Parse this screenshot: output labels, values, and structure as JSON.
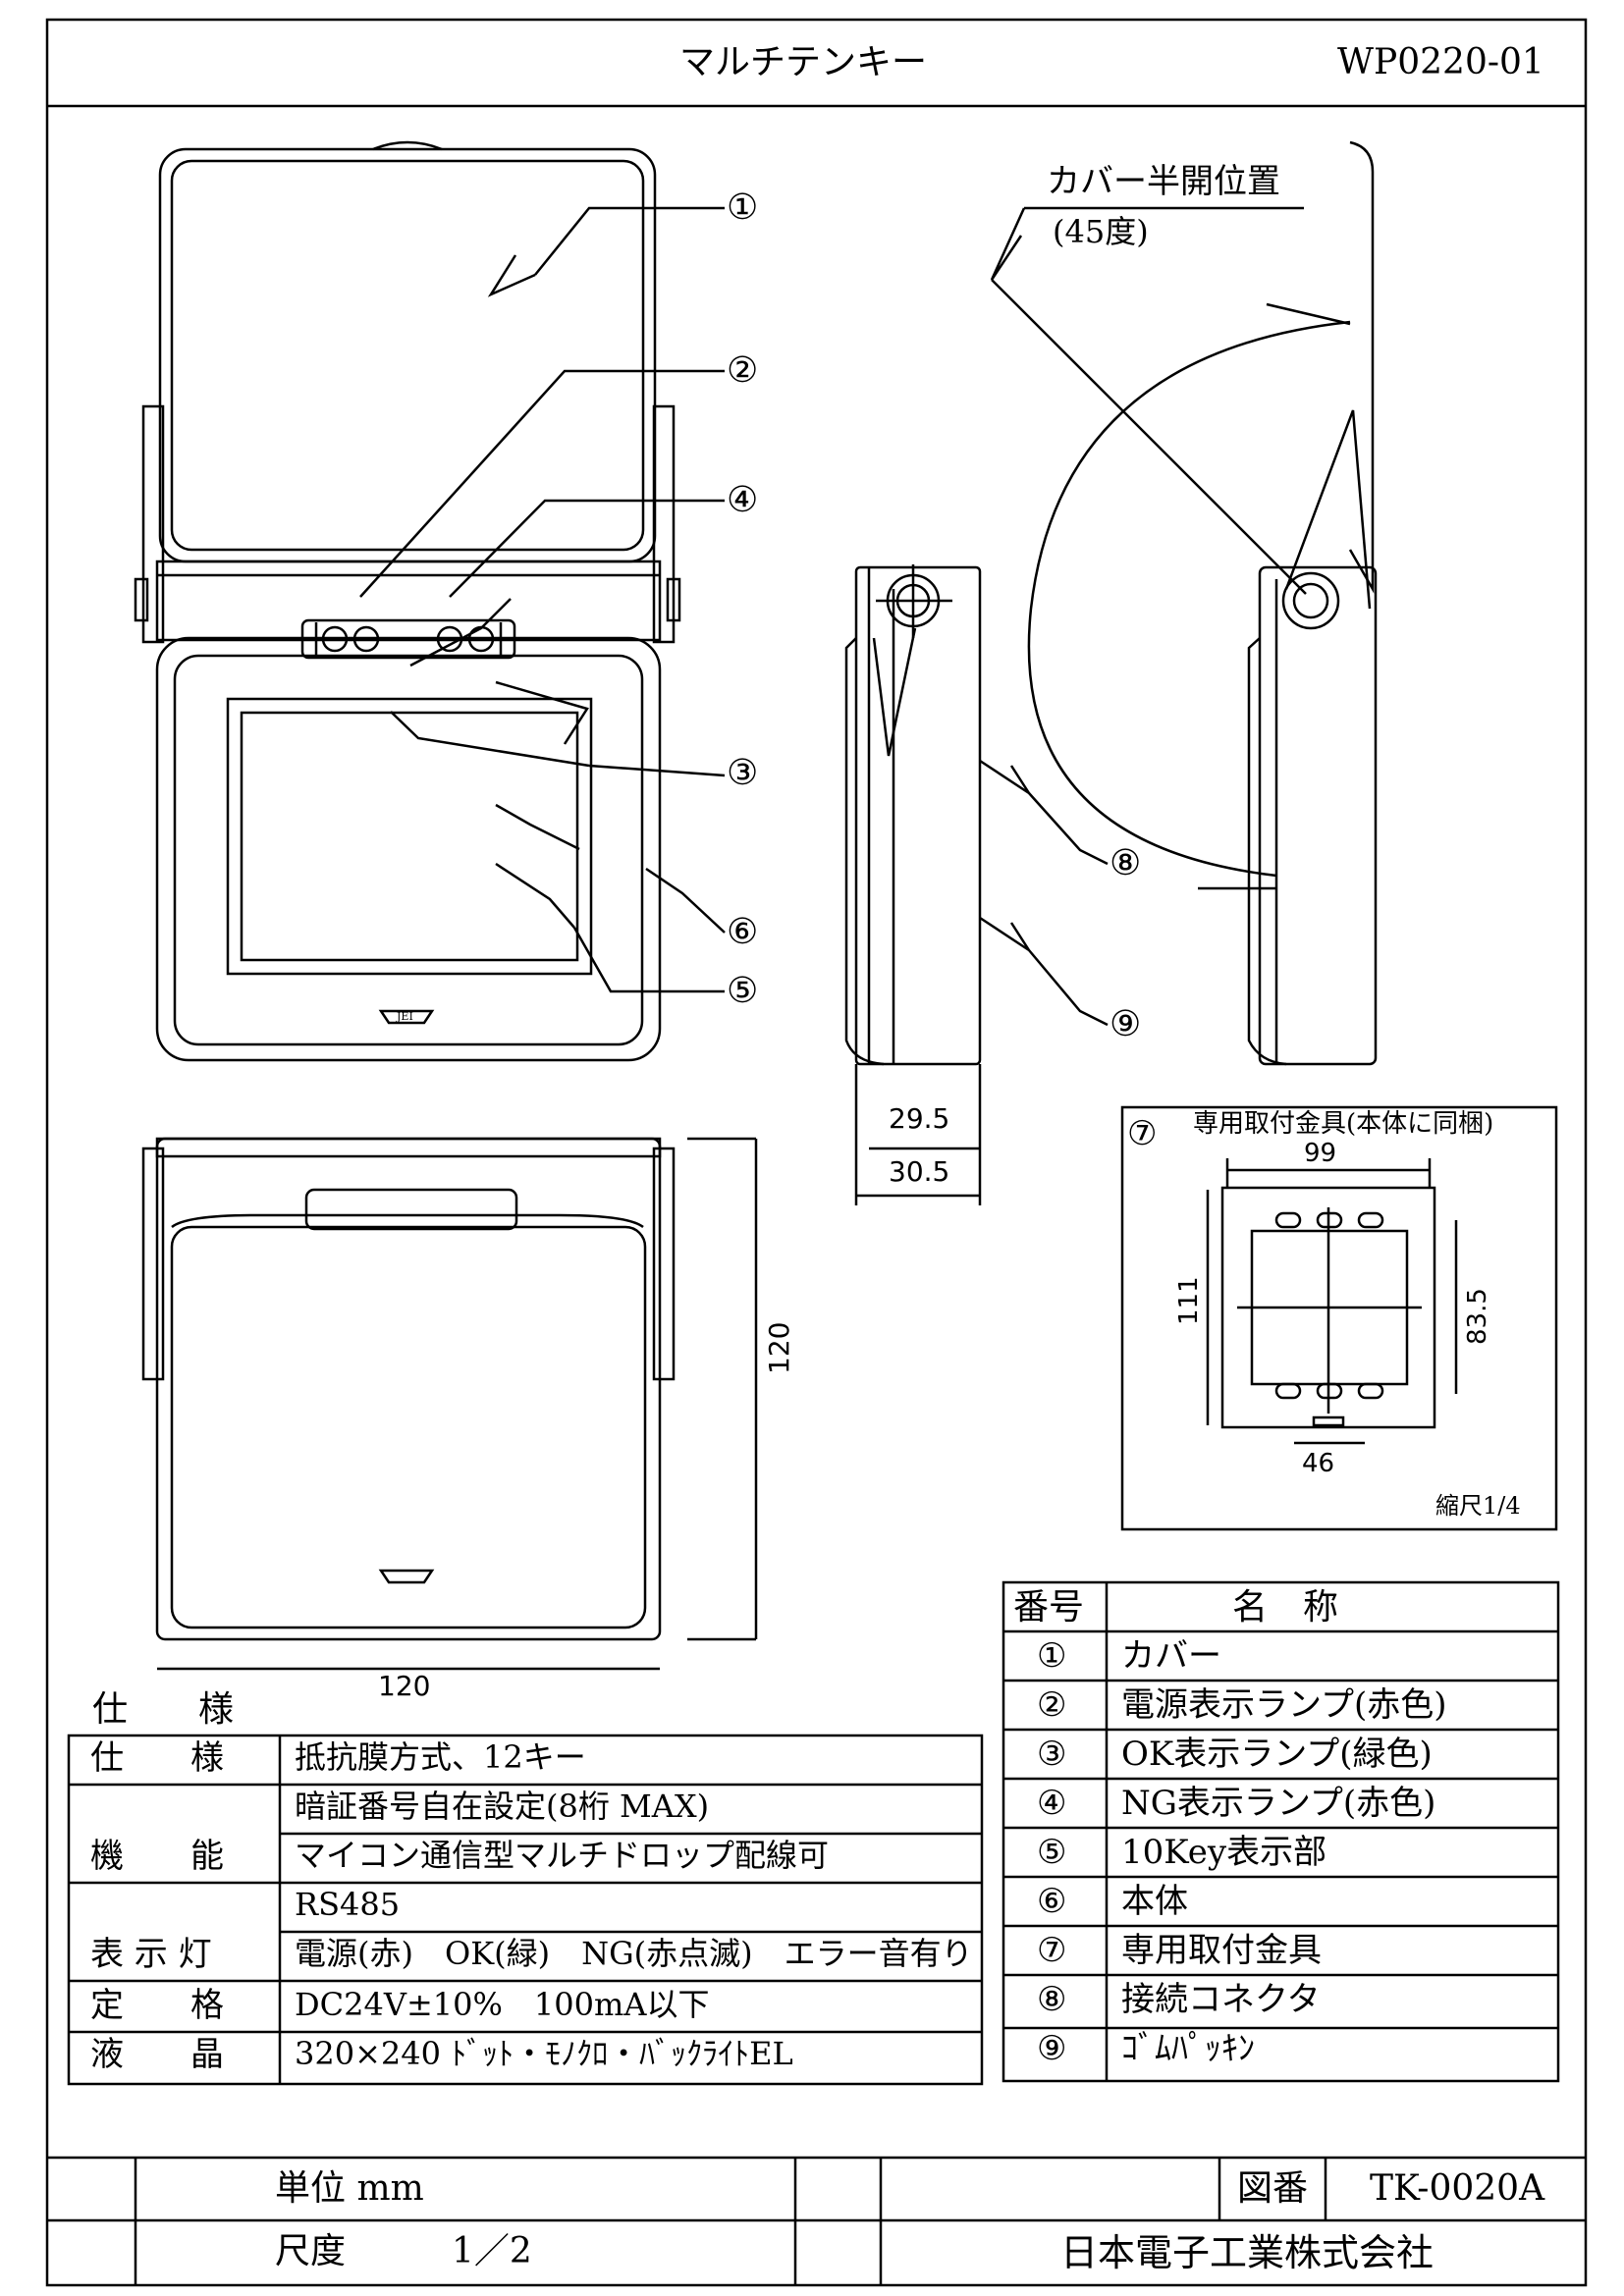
{
  "header": {
    "title": "マルチテンキー",
    "code": "WP0220-01"
  },
  "side_view": {
    "cover_label": "カバー半開位置",
    "cover_angle": "(45度)"
  },
  "dimensions": {
    "depth_inner": "29.5",
    "depth_outer": "30.5",
    "width_bottom": "120",
    "height_side": "120"
  },
  "bracket": {
    "number": "⑦",
    "title": "専用取付金具(本体に同梱)",
    "dim_width": "99",
    "dim_height": "111",
    "dim_inner_height": "83.5",
    "dim_bottom": "46",
    "scale_note": "縮尺1/4"
  },
  "callouts": [
    "①",
    "②",
    "③",
    "④",
    "⑤",
    "⑥",
    "⑧",
    "⑨"
  ],
  "specs": {
    "title": "仕　　様",
    "rows": [
      {
        "label": "仕　　様",
        "value": "抵抗膜方式、12キー"
      },
      {
        "label": "",
        "value": "暗証番号自在設定(8桁 MAX)"
      },
      {
        "label": "機　　能",
        "value": "マイコン通信型マルチドロップ配線可"
      },
      {
        "label": "",
        "value": "RS485"
      },
      {
        "label": "表 示 灯",
        "value": "電源(赤)　OK(緑)　NG(赤点滅)　エラー音有り"
      },
      {
        "label": "定　　格",
        "value": "DC24V±10%　100mA以下"
      },
      {
        "label": "液　　晶",
        "value": "320×240 ﾄﾞｯﾄ・ﾓﾉｸﾛ・ﾊﾞｯｸﾗｲﾄEL"
      }
    ]
  },
  "parts": {
    "header_number": "番号",
    "header_name": "名　称",
    "rows": [
      {
        "number": "①",
        "name": "カバー"
      },
      {
        "number": "②",
        "name": "電源表示ランプ(赤色)"
      },
      {
        "number": "③",
        "name": "OK表示ランプ(緑色)"
      },
      {
        "number": "④",
        "name": "NG表示ランプ(赤色)"
      },
      {
        "number": "⑤",
        "name": "10Key表示部"
      },
      {
        "number": "⑥",
        "name": "本体"
      },
      {
        "number": "⑦",
        "name": "専用取付金具"
      },
      {
        "number": "⑧",
        "name": "接続コネクタ"
      },
      {
        "number": "⑨",
        "name": "ｺﾞﾑﾊﾟｯｷﾝ"
      }
    ]
  },
  "title_block": {
    "unit": "単位 mm",
    "scale_label": "尺度",
    "scale_value": "1／2",
    "drawing_no_label": "図番",
    "drawing_no": "TK-0020A",
    "company": "日本電子工業株式会社"
  }
}
